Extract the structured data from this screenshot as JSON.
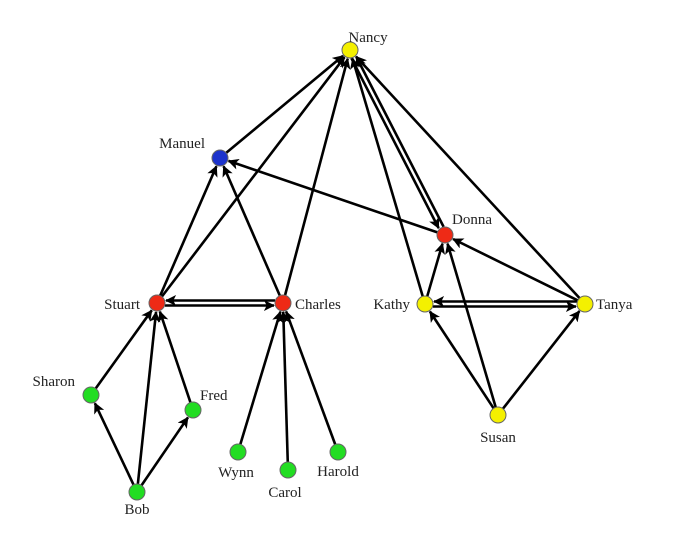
{
  "diagram": {
    "colors": {
      "yellow": "#f4f000",
      "red": "#ee2a16",
      "blue": "#1c33cc",
      "green": "#22dd22",
      "edge": "#000000"
    },
    "nodes": [
      {
        "id": "nancy",
        "label": "Nancy",
        "color": "yellow"
      },
      {
        "id": "manuel",
        "label": "Manuel",
        "color": "blue"
      },
      {
        "id": "donna",
        "label": "Donna",
        "color": "red"
      },
      {
        "id": "stuart",
        "label": "Stuart",
        "color": "red"
      },
      {
        "id": "charles",
        "label": "Charles",
        "color": "red"
      },
      {
        "id": "kathy",
        "label": "Kathy",
        "color": "yellow"
      },
      {
        "id": "tanya",
        "label": "Tanya",
        "color": "yellow"
      },
      {
        "id": "susan",
        "label": "Susan",
        "color": "yellow"
      },
      {
        "id": "sharon",
        "label": "Sharon",
        "color": "green"
      },
      {
        "id": "fred",
        "label": "Fred",
        "color": "green"
      },
      {
        "id": "bob",
        "label": "Bob",
        "color": "green"
      },
      {
        "id": "wynn",
        "label": "Wynn",
        "color": "green"
      },
      {
        "id": "carol",
        "label": "Carol",
        "color": "green"
      },
      {
        "id": "harold",
        "label": "Harold",
        "color": "green"
      }
    ],
    "edges": [
      {
        "from": "manuel",
        "to": "nancy"
      },
      {
        "from": "stuart",
        "to": "nancy"
      },
      {
        "from": "charles",
        "to": "nancy"
      },
      {
        "from": "kathy",
        "to": "nancy"
      },
      {
        "from": "tanya",
        "to": "nancy"
      },
      {
        "from": "donna",
        "to": "nancy"
      },
      {
        "from": "nancy",
        "to": "donna"
      },
      {
        "from": "donna",
        "to": "manuel"
      },
      {
        "from": "stuart",
        "to": "manuel"
      },
      {
        "from": "charles",
        "to": "manuel"
      },
      {
        "from": "stuart",
        "to": "charles"
      },
      {
        "from": "charles",
        "to": "stuart"
      },
      {
        "from": "kathy",
        "to": "tanya"
      },
      {
        "from": "tanya",
        "to": "kathy"
      },
      {
        "from": "kathy",
        "to": "donna"
      },
      {
        "from": "tanya",
        "to": "donna"
      },
      {
        "from": "susan",
        "to": "donna"
      },
      {
        "from": "susan",
        "to": "kathy"
      },
      {
        "from": "susan",
        "to": "tanya"
      },
      {
        "from": "sharon",
        "to": "stuart"
      },
      {
        "from": "fred",
        "to": "stuart"
      },
      {
        "from": "bob",
        "to": "stuart"
      },
      {
        "from": "bob",
        "to": "sharon"
      },
      {
        "from": "bob",
        "to": "fred"
      },
      {
        "from": "wynn",
        "to": "charles"
      },
      {
        "from": "carol",
        "to": "charles"
      },
      {
        "from": "harold",
        "to": "charles"
      }
    ]
  }
}
